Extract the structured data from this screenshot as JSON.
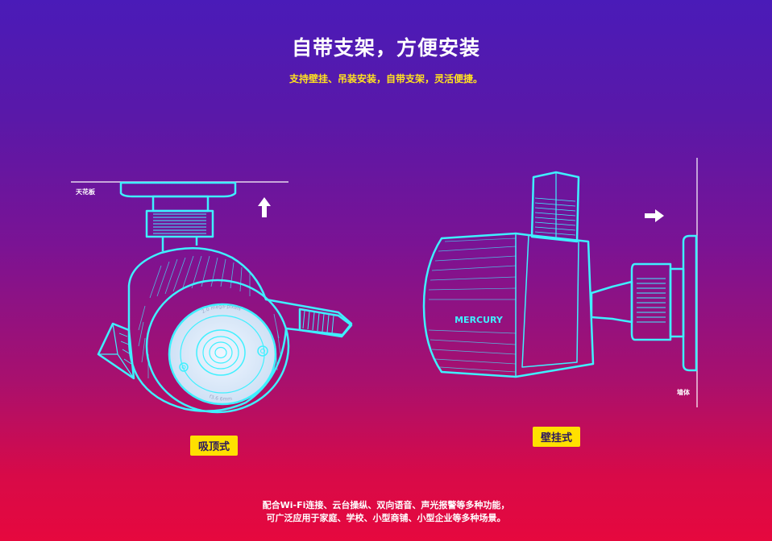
{
  "header": {
    "title": "自带支架，方便安装",
    "subtitle": "支持壁挂、吊装安装，自带支架，灵活便捷。"
  },
  "ceiling_mount": {
    "surface_label": "天花板",
    "badge": "吸顶式",
    "lens_text_top": "2.0 mega-pixels",
    "lens_text_bottom": "f3.6 6mm"
  },
  "wall_mount": {
    "surface_label": "墙体",
    "badge": "壁挂式",
    "brand": "MERCURY"
  },
  "footer": {
    "line1": "配合Wi-Fi连接、云台操纵、双向语音、声光报警等多种功能，",
    "line2": "可广泛应用于家庭、学校、小型商铺、小型企业等多种场景。"
  },
  "colors": {
    "line": "#3ff0ff",
    "badge": "#ffe000",
    "subtitle": "#ffe11f",
    "bg_top": "#4a1bb8",
    "bg_bottom": "#e6083e"
  },
  "icons": [
    "arrow-up-icon",
    "arrow-right-icon"
  ]
}
